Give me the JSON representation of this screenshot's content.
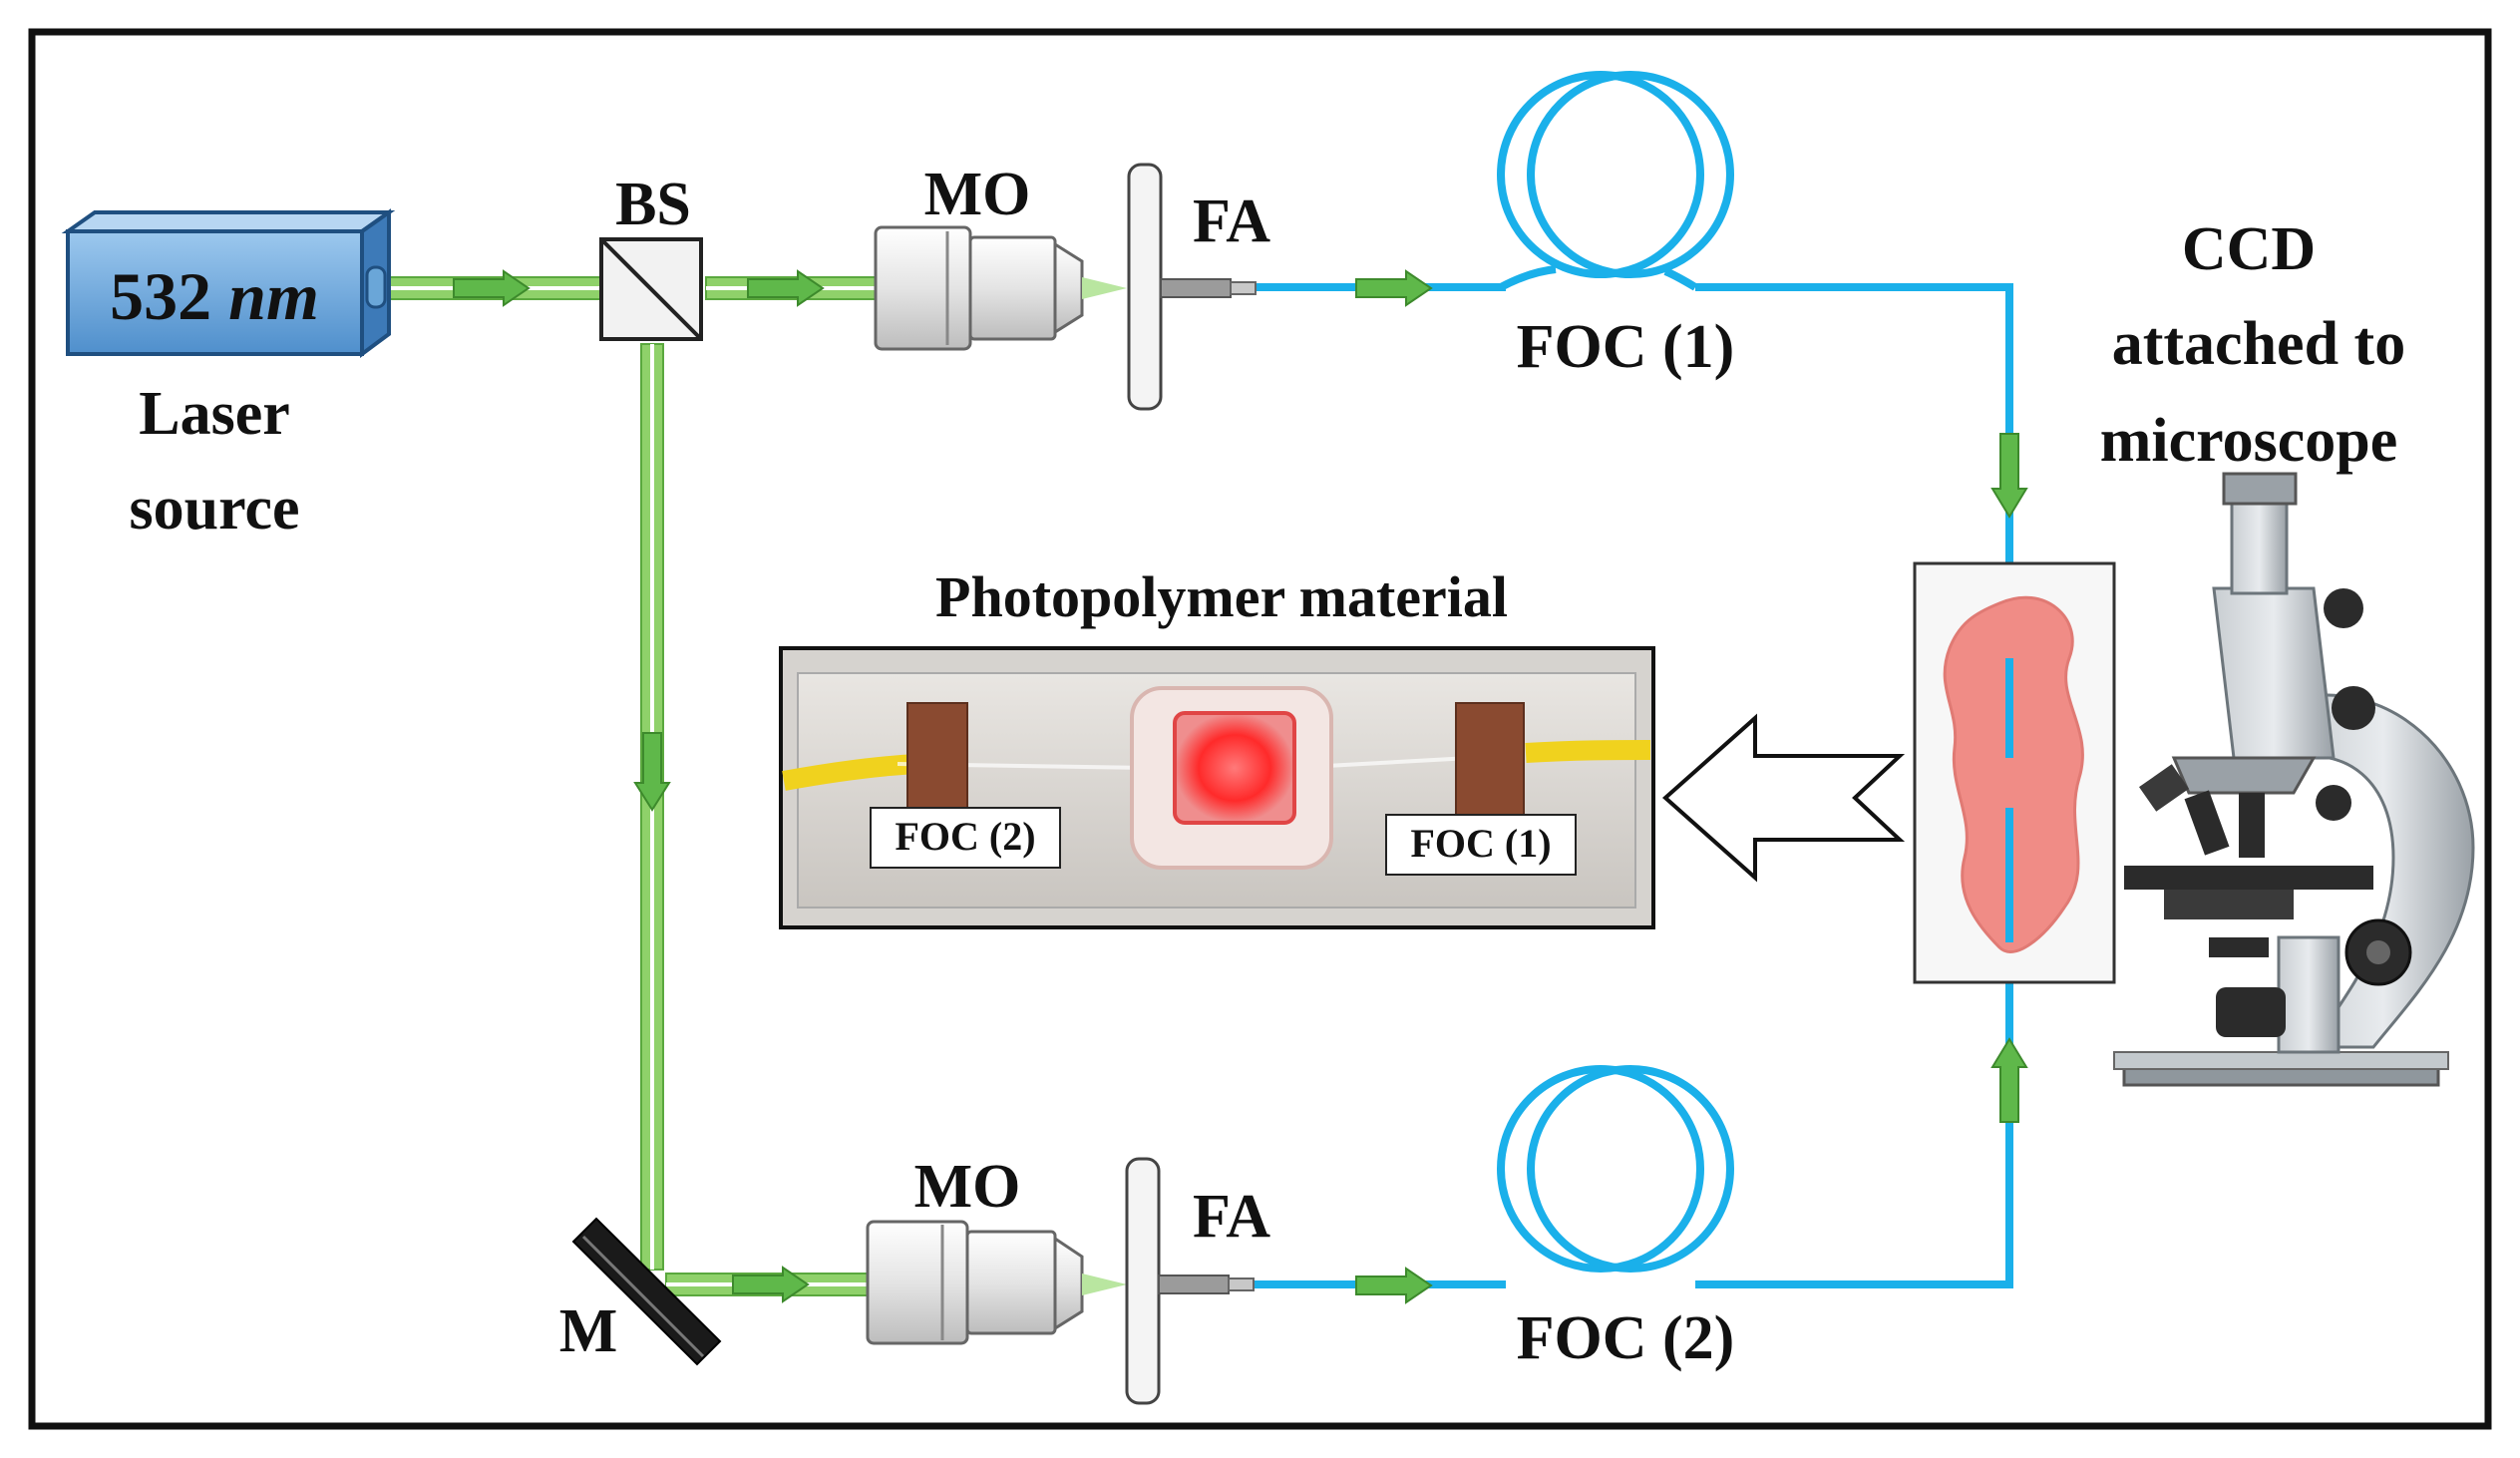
{
  "diagram": {
    "laser": {
      "wavelength_value": "532",
      "wavelength_unit": "nm",
      "label_line1": "Laser",
      "label_line2": "source"
    },
    "beam_splitter": {
      "label": "BS"
    },
    "mirror": {
      "label": "M"
    },
    "microscope_objective_top": {
      "label": "MO"
    },
    "microscope_objective_bottom": {
      "label": "MO"
    },
    "fiber_adapter_top": {
      "label": "FA"
    },
    "fiber_adapter_bottom": {
      "label": "FA"
    },
    "fiber_coil_top": {
      "label": "FOC (1)"
    },
    "fiber_coil_bottom": {
      "label": "FOC (2)"
    },
    "ccd": {
      "line1": "CCD",
      "line2": "attached to",
      "line3": "microscope"
    },
    "sample": {
      "title": "Photopolymer material",
      "tag_left": "FOC (2)",
      "tag_right": "FOC (1)"
    }
  },
  "colors": {
    "beam_green": "#8fd16a",
    "beam_arrow": "#5fb84a",
    "fiber_blue": "#1ab0ea",
    "laser_blue": "#6aa6d8",
    "sample_pink": "#f08c86",
    "fiber_yellow": "#f0d21e",
    "frame": "#111111"
  }
}
